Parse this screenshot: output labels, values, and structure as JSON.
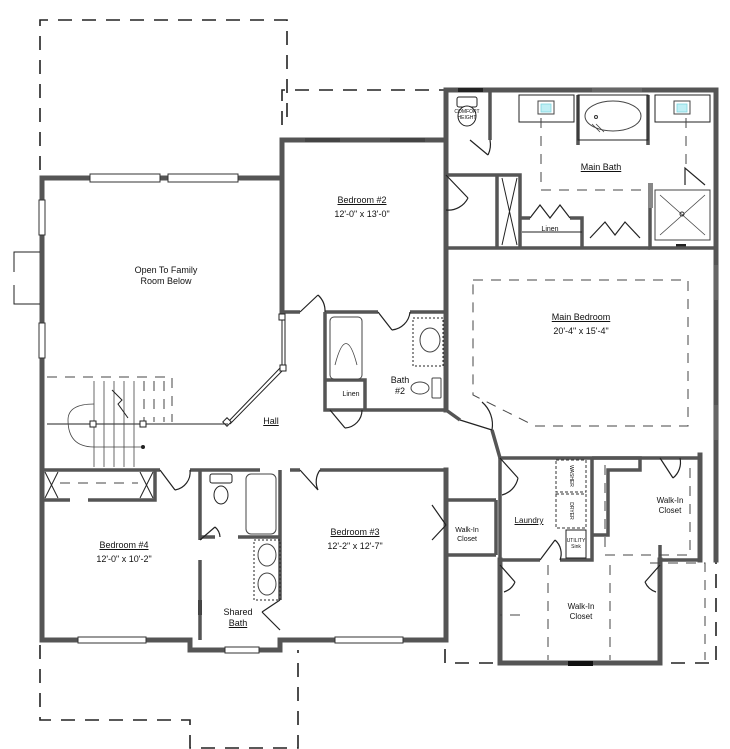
{
  "plan": {
    "kind": "Second floor plan",
    "colors": {
      "wall": "#555555",
      "wall_edge": "#333333",
      "line": "#222222",
      "background": "#ffffff",
      "fixture_accent": "#7fd6e0"
    }
  },
  "rooms": {
    "open_to_below": {
      "line1": "Open  To Family",
      "line2": "Room Below"
    },
    "bedroom2": {
      "title": "Bedroom #2",
      "dim": "12'-0\" x 13'-0\""
    },
    "main_bath": {
      "title": "Main Bath"
    },
    "linen_main": {
      "title": "Linen"
    },
    "main_bedroom": {
      "title": "Main Bedroom",
      "dim": "20'-4\" x 15'-4\""
    },
    "bath2": {
      "line1": "Bath",
      "line2": "#2"
    },
    "linen_bath2": {
      "title": "Linen"
    },
    "hall": {
      "title": "Hall"
    },
    "bedroom4": {
      "title": "Bedroom #4",
      "dim": "12'-0\" x 10'-2\""
    },
    "bedroom3": {
      "title": "Bedroom #3",
      "dim": "12'-2\" x 12'-7\""
    },
    "shared_bath": {
      "line1": "Shared",
      "line2": "Bath"
    },
    "walkin_small": {
      "line1": "Walk-In",
      "line2": "Closet"
    },
    "laundry": {
      "title": "Laundry"
    },
    "walkin_right": {
      "line1": "Walk-In",
      "line2": "Closet"
    },
    "walkin_bottom": {
      "line1": "Walk-In",
      "line2": "Closet"
    }
  },
  "fixtures": {
    "comfort_height": {
      "line1": "COMFORT",
      "line2": "HEIGHT"
    },
    "utility_sink": {
      "line1": "UTILITY",
      "line2": "Sink"
    },
    "washer": "WASHER",
    "dryer": "DRYER"
  }
}
